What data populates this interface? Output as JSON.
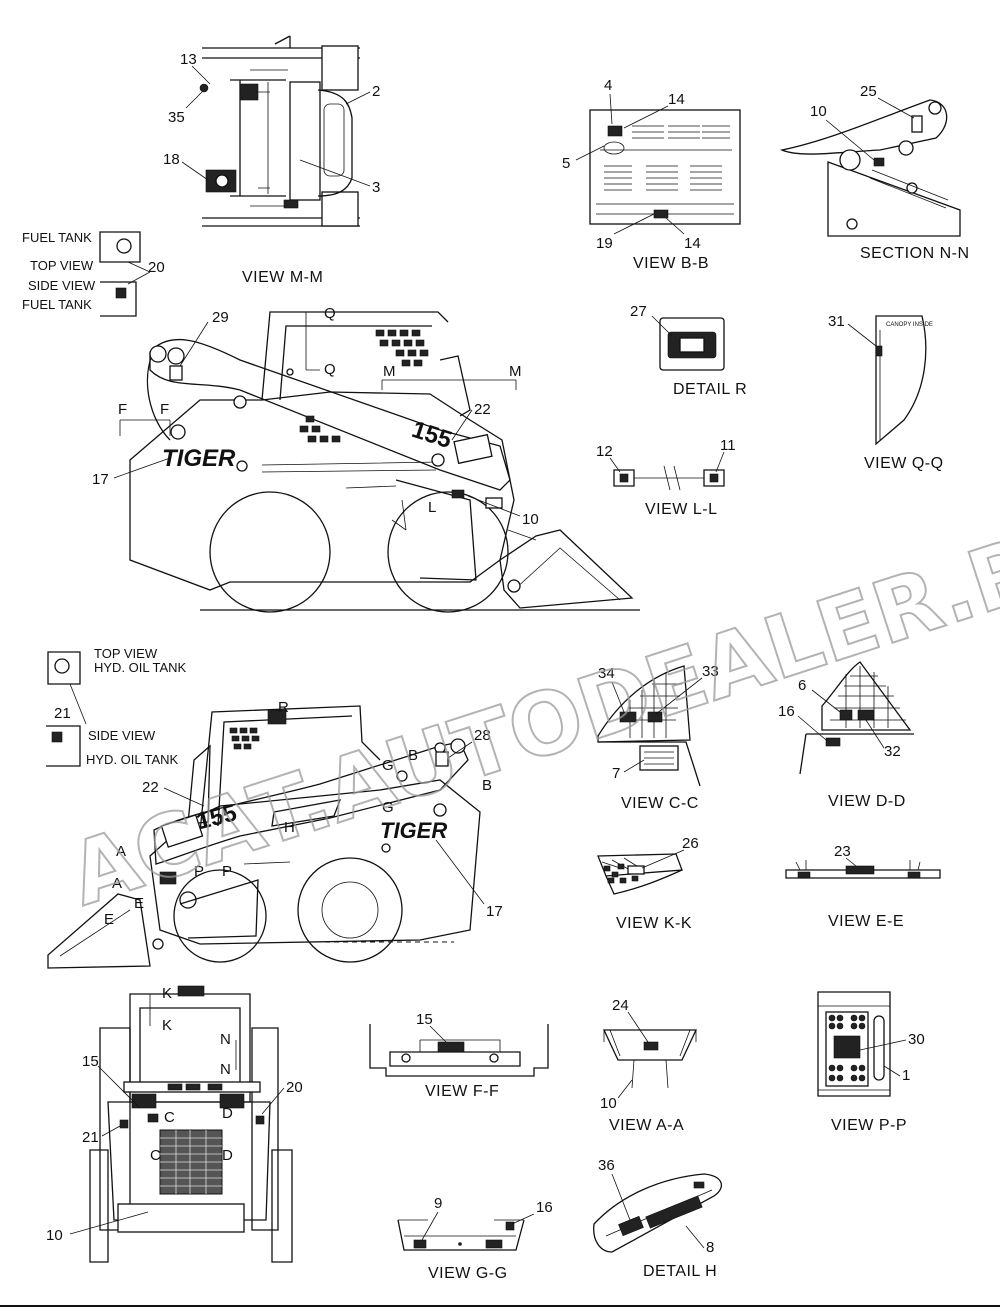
{
  "captions": {
    "view_mm": "VIEW  M-M",
    "view_bb": "VIEW  B-B",
    "section_nn": "SECTION  N-N",
    "detail_r": "DETAIL  R",
    "view_qq": "VIEW  Q-Q",
    "view_ll": "VIEW  L-L",
    "view_cc": "VIEW  C-C",
    "view_dd": "VIEW  D-D",
    "view_kk": "VIEW  K-K",
    "view_ee": "VIEW  E-E",
    "view_ff": "VIEW  F-F",
    "view_aa": "VIEW  A-A",
    "view_pp": "VIEW  P-P",
    "view_gg": "VIEW  G-G",
    "detail_h": "DETAIL  H"
  },
  "fuel_tank": {
    "top_label": "FUEL TANK",
    "top_view": "TOP VIEW",
    "side_view": "SIDE VIEW",
    "bottom_label": "FUEL TANK"
  },
  "hyd_tank": {
    "top_view": "TOP VIEW",
    "top_label": "HYD. OIL TANK",
    "side_view": "SIDE VIEW",
    "bottom_label": "HYD. OIL TANK"
  },
  "machine": {
    "brand": "TIGER",
    "model": "155",
    "canopy_label": "CANOPY INSIDE"
  },
  "section_letters": {
    "q": "Q",
    "m": "M",
    "f": "F",
    "l": "L",
    "r": "R",
    "b": "B",
    "g": "G",
    "h": "H",
    "a": "A",
    "e": "E",
    "p": "P",
    "k": "K",
    "n": "N",
    "c": "C",
    "d": "D"
  },
  "callouts": {
    "c1": "1",
    "c2": "2",
    "c3": "3",
    "c4": "4",
    "c5": "5",
    "c6": "6",
    "c7": "7",
    "c8": "8",
    "c9": "9",
    "c10": "10",
    "c11": "11",
    "c12": "12",
    "c13": "13",
    "c14": "14",
    "c15": "15",
    "c16": "16",
    "c17": "17",
    "c18": "18",
    "c19": "19",
    "c20": "20",
    "c21": "21",
    "c22": "22",
    "c23": "23",
    "c24": "24",
    "c25": "25",
    "c26": "26",
    "c27": "27",
    "c28": "28",
    "c29": "29",
    "c30": "30",
    "c31": "31",
    "c32": "32",
    "c33": "33",
    "c34": "34",
    "c35": "35",
    "c36": "36"
  },
  "watermark": "ACAT.AUTODEALER.RU"
}
